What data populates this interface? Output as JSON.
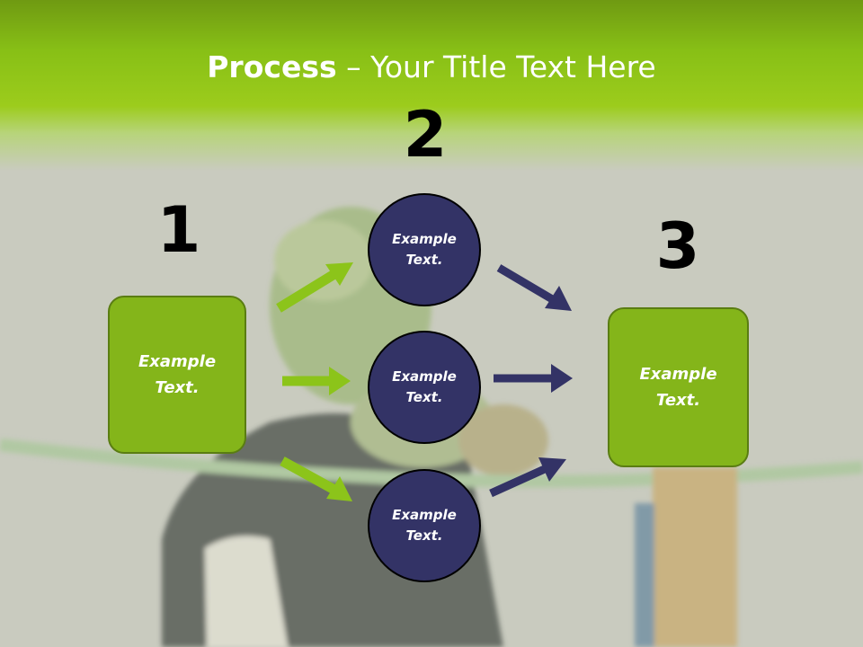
{
  "title": {
    "bold": "Process",
    "rest": " – Your Title Text Here"
  },
  "steps": [
    {
      "number": "1",
      "label": "Example\nText."
    },
    {
      "number": "2",
      "items": [
        "Example\nText.",
        "Example\nText.",
        "Example\nText."
      ]
    },
    {
      "number": "3",
      "label": "Example\nText."
    }
  ],
  "colors": {
    "green_box": "#84b51a",
    "circle": "#333366",
    "green_arrow": "#8cc41a",
    "navy_arrow": "#333366"
  },
  "icons": [
    "arrow-right-icon",
    "arrow-up-right-icon",
    "arrow-down-right-icon"
  ]
}
